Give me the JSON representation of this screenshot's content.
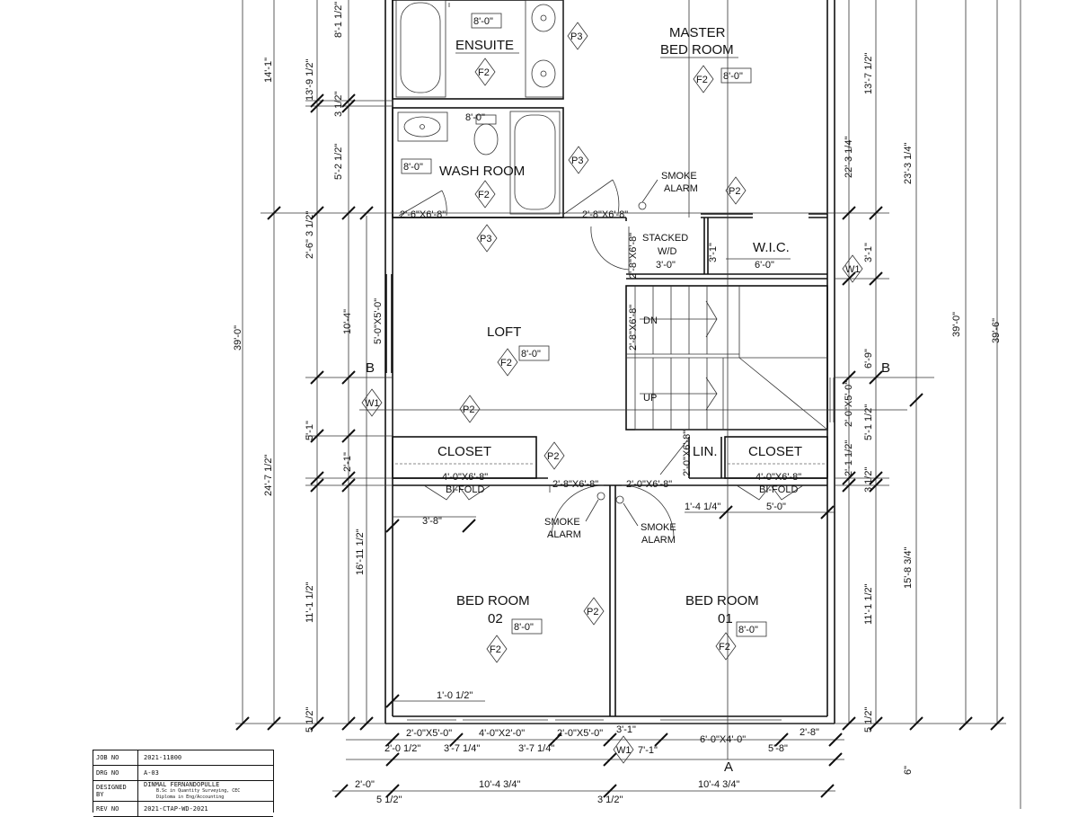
{
  "rooms": {
    "master": [
      "MASTER",
      "BED ROOM"
    ],
    "ensuite": "ENSUITE",
    "washroom": "WASH ROOM",
    "loft": "LOFT",
    "wic": "W.I.C.",
    "stacked": [
      "STACKED",
      "W/D",
      "3'-0\""
    ],
    "closet_left": "CLOSET",
    "closet_right": "CLOSET",
    "lin": "LIN.",
    "bed02": [
      "BED ROOM",
      "02"
    ],
    "bed01": [
      "BED ROOM",
      "01"
    ],
    "dn": "DN",
    "up": "UP"
  },
  "notes": {
    "smoke1": [
      "SMOKE",
      "ALARM"
    ],
    "smoke2": [
      "SMOKE",
      "ALARM"
    ],
    "smoke3": [
      "SMOKE",
      "ALARM"
    ],
    "bifold_left": [
      "4'-0\"X6'-8\"",
      "BI-FOLD"
    ],
    "bifold_right": [
      "4'-0\"X6'-8\"",
      "BI-FOLD"
    ]
  },
  "tags": {
    "F2": "F2",
    "P2": "P2",
    "P3": "P3",
    "W1": "W1",
    "ceil": "8'-0\"",
    "sectionA": "A",
    "sectionB": "B"
  },
  "dims": {
    "d14_1": "14'-1\"",
    "d8_1_half": "8'-1 1/2\"",
    "d13_9_half": "13'-9 1/2\"",
    "d3_half": "3 1/2\"",
    "d5_2_half": "5'-2 1/2\"",
    "d2_6_3_half": "2'-6\" 3 1/2\"",
    "d39_0_left": "39'-0\"",
    "d10_4": "10'-4\"",
    "d5_0x5_0": "5'-0\"X5'-0\"",
    "d5_1": "5'-1\"",
    "d2_1": "2'-1\"",
    "d24_7_half": "24'-7 1/2\"",
    "d16_11_half": "16'-11 1/2\"",
    "d11_1_half_l": "11'-1 1/2\"",
    "d5_half_l": "5 1/2\"",
    "d2_6x6_8": "2'-6\"X6'-8\"",
    "d2_8x6_8_a": "2'-8\"X6'-8\"",
    "d2_8x6_8_b": "2'-8\"X6'-8\"",
    "d2_8x6_8_c": "2'-8\"X6'-8\"",
    "d2_8x6_8_d": "2'-8\"X6'-8\"",
    "d2_0x6_8": "2'-0\"X6'-8\"",
    "d2_0x6_8_b": "2'-0\"X6'-8\"",
    "d8_0_mid": "8'-0\"",
    "d3_1": "3'-1\"",
    "d6_0": "6'-0\"",
    "d3_8": "3'-8\"",
    "d1_4_qtr": "1'-4 1/4\"",
    "d5_0": "5'-0\"",
    "d1_0_half": "1'-0 1/2\"",
    "w2_0x5_0_a": "2'-0\"X5'-0\"",
    "w4_0x2_0": "4'-0\"X2'-0\"",
    "w2_0x5_0_b": "2'-0\"X5'-0\"",
    "w6_0x4_0": "6'-0\"X4'-0\"",
    "d3_1_b": "3'-1\"",
    "d2_8": "2'-8\"",
    "d2_0_half": "2'-0 1/2\"",
    "d3_7_qtr_a": "3'-7 1/4\"",
    "d3_7_qtr_b": "3'-7 1/4\"",
    "d7_1": "7'-1\"",
    "d5_8": "5'-8\"",
    "d2_0": "2'-0\"",
    "d10_4_3qtr_a": "10'-4 3/4\"",
    "d10_4_3qtr_b": "10'-4 3/4\"",
    "d5_half_b": "5 1/2\"",
    "d3_half_b": "3 1/2\"",
    "d22_3_qtr": "22'-3 1/4\"",
    "d23_3_qtr": "23'-3 1/4\"",
    "d13_7_half": "13'-7 1/2\"",
    "d3_1_r": "3'-1\"",
    "d6_9": "6'-9\"",
    "d39_0_r": "39'-0\"",
    "d39_6": "39'-6\"",
    "d2_0x5_0_r": "2'-0\"X5'-0\"",
    "d5_1_half": "5'-1 1/2\"",
    "d2_1_r": "2'-1 1/2\"",
    "d3_1_r2": "3 1/2\"",
    "d15_8_3qtr": "15'-8 3/4\"",
    "d11_1_half_r": "11'-1 1/2\"",
    "d5_half_r": "5 1/2\"",
    "d6_r": "6\"",
    "d1_r": "3 1/2\""
  },
  "title_block": {
    "job_no_label": "JOB NO",
    "job_no": "2021-11800",
    "drg_no_label": "DRG NO",
    "drg_no": "A-03",
    "designed_label": "DESIGNED BY",
    "designed_by": "DINMAL FERNANDOPULLE",
    "designed_sub1": "B.Sc in Quantity Surveying, CEC",
    "designed_sub2": "Diploma in Eng/Accounting",
    "rev_label": "REV NO",
    "rev": "2021-CTAP-WD-2021"
  }
}
